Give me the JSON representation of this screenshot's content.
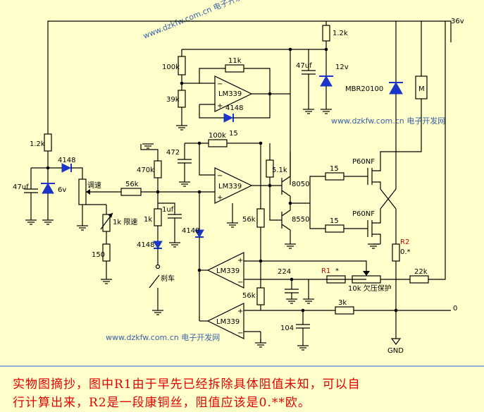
{
  "supply": "36v",
  "watermarks": [
    "www.dzkfw.com.cn 电子开发网",
    "www.dzkfw.com.cn 电子开发网",
    "www.dzkfw.com.cn 电子开发网"
  ],
  "labels": {
    "r_top": "1.2k",
    "r_100k_a": "100k",
    "r_39k": "39k",
    "r_11k": "11k",
    "cap_47uf_top": "47uf",
    "zener_12v": "12v",
    "diode_mbr": "MBR20100",
    "motor": "M",
    "d4148_a": "4148",
    "r_15_fb": "15",
    "r_12k_left": "1.2k",
    "d4148_b": "4148",
    "cap_47uf_left": "47uf",
    "zener_6v": "6v",
    "tiaosu": "调速",
    "r_56k_a": "56k",
    "r_1k_xiansu": "1k 限速",
    "r_150": "150",
    "c_472": "472",
    "r_470k": "470k",
    "r_100k_b": "100k",
    "r_51k": "5.1k",
    "t_8050": "8050",
    "t_8550": "8550",
    "r_15_a": "15",
    "r_15_b": "15",
    "mos_a": "P60NF",
    "mos_b": "P60NF",
    "r_1k": "1k",
    "c_1uf": "1uf",
    "d4148_c": "4148",
    "d4148_d": "4148",
    "brake": "刹车",
    "r_56k_b": "56k",
    "c_224": "224",
    "r1": "R1",
    "r1_star": "*",
    "r_10k": "10k 欠压保护",
    "r2": "R2",
    "r2_val": "0.*",
    "r_22k": "22k",
    "r_56k_c": "56k",
    "r_3k": "3k",
    "c_104": "104",
    "zero": "0",
    "gnd": "GND"
  },
  "chips": [
    "LM339",
    "LM339",
    "LM339",
    "LM339"
  ],
  "caption": [
    "实物图摘抄，图中R1由于早先已经拆除具体阻值未知，可以自",
    "行计算出来，R2是一段康铜丝，阻值应该是0.**欧。"
  ]
}
